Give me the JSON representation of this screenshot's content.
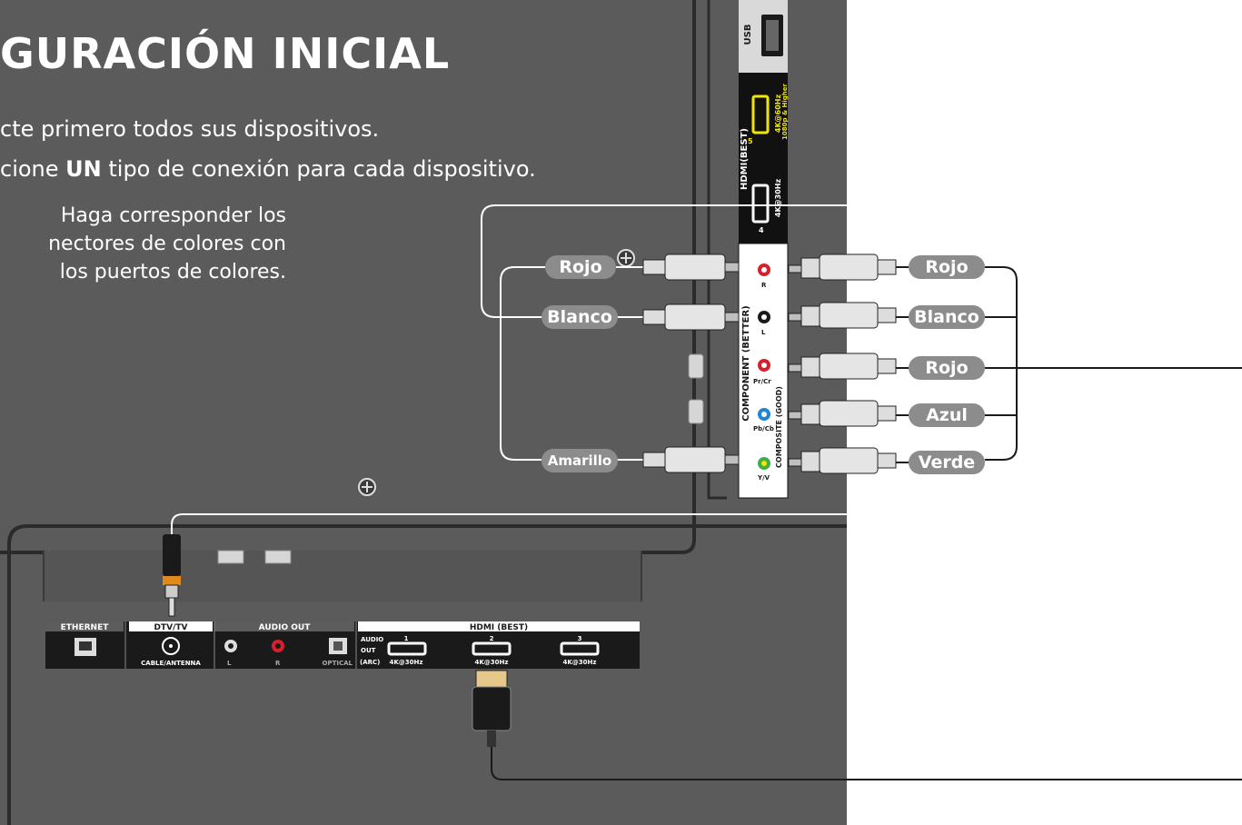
{
  "heading": {
    "title": "GURACIÓN INICIAL",
    "line1": "cte primero todos sus dispositivos.",
    "line2_before": "cione ",
    "line2_bold": "UN",
    "line2_after": " tipo de conexión para cada dispositivo.",
    "note_line1": "Haga corresponder los",
    "note_line2": "nectores de colores con",
    "note_line3": "los puertos de colores."
  },
  "side_panel": {
    "usb": "USB",
    "hdmi_best": "HDMI(BEST)",
    "hdmi5_spec": "4K@60Hz",
    "hdmi5_spec2": "1080p & Higher",
    "hdmi5_num": "5",
    "hdmi4_spec": "4K@30Hz",
    "hdmi4_num": "4",
    "component": "COMPONENT (BETTER)",
    "composite": "COMPOSITE (GOOD)",
    "port_r": "R",
    "port_l": "L",
    "port_pr": "Pr/Cr",
    "port_pb": "Pb/Cb",
    "port_y": "Y/V"
  },
  "left_cables": {
    "rojo": "Rojo",
    "blanco": "Blanco",
    "amarillo": "Amarillo"
  },
  "right_cables": {
    "rojo1": "Rojo",
    "blanco": "Blanco",
    "rojo2": "Rojo",
    "azul": "Azul",
    "verde": "Verde"
  },
  "bottom_panel": {
    "ethernet": "ETHERNET",
    "dtv": "DTV/TV",
    "audio_out": "AUDIO OUT",
    "hdmi_best": "HDMI (BEST)",
    "cable_antenna": "CABLE/ANTENNA",
    "audio_l": "L",
    "audio_r": "R",
    "optical": "OPTICAL",
    "arc1": "AUDIO",
    "arc2": "OUT",
    "arc3": "(ARC)",
    "hdmi1_num": "1",
    "hdmi2_num": "2",
    "hdmi3_num": "3",
    "hdmi1_spec": "4K@30Hz",
    "hdmi2_spec": "4K@30Hz",
    "hdmi3_spec": "4K@30Hz"
  },
  "colors": {
    "tv_body": "#5b5b5c",
    "tv_edge": "#2b2b2b",
    "port_red": "#d7202d",
    "port_blue": "#1f86d1",
    "port_green": "#3fae49",
    "port_yellow": "#f2e600",
    "pill": "#8c8c8c"
  }
}
